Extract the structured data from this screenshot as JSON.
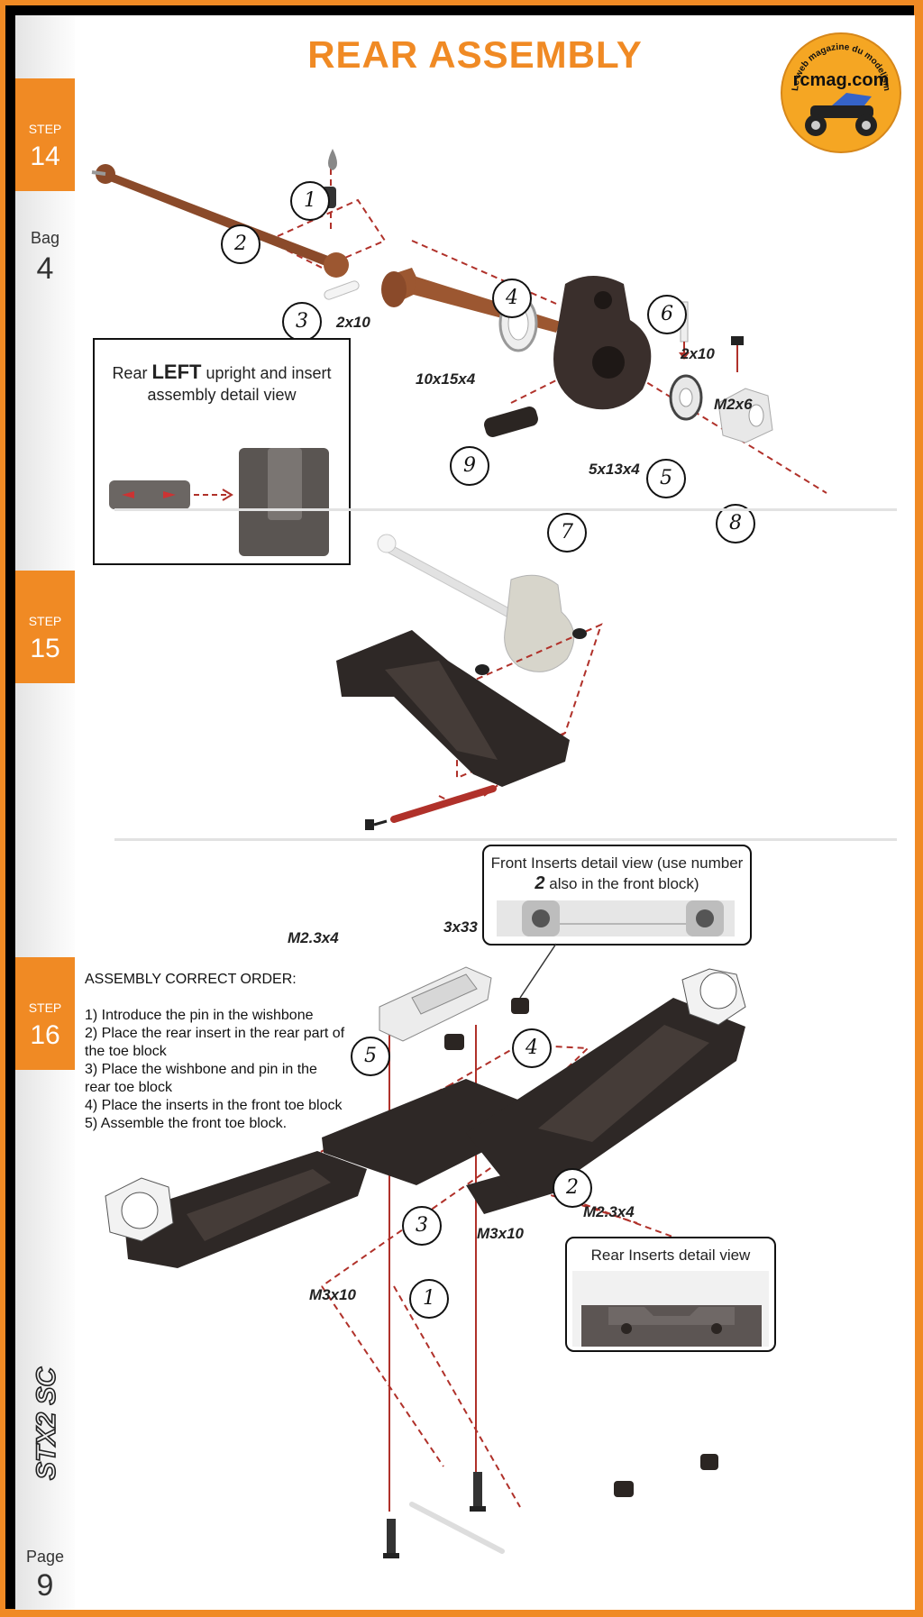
{
  "header": {
    "title": "REAR ASSEMBLY",
    "logo_brand": "rcmag.com",
    "logo_tagline": "Le web magazine du modelisme"
  },
  "sidebar": {
    "steps": [
      {
        "label": "STEP",
        "number": "14"
      },
      {
        "label": "STEP",
        "number": "15"
      },
      {
        "label": "STEP",
        "number": "16"
      }
    ],
    "bag": {
      "label": "Bag",
      "number": "4"
    },
    "page": {
      "label": "Page",
      "number": "9"
    },
    "model_logo": "STX2 SC"
  },
  "step14": {
    "detail_title_prefix": "Rear ",
    "detail_title_bold": "LEFT",
    "detail_title_suffix": " upright and insert assembly detail view",
    "callouts": [
      "1",
      "2",
      "3",
      "4",
      "5",
      "6",
      "7",
      "8",
      "9"
    ],
    "part_labels": {
      "pin_a": "2x10",
      "bearing_a": "10x15x4",
      "pin_b": "2x10",
      "screw": "M2x6",
      "bearing_b": "5x13x4"
    }
  },
  "step15": {
    "part_labels": {
      "screw": "M2.3x4",
      "pin": "3x33"
    }
  },
  "step16": {
    "order_title": "ASSEMBLY CORRECT ORDER:",
    "order_items": [
      "1) Introduce the pin in the wishbone",
      "2) Place the rear insert in the rear part of the toe block",
      "3) Place the wishbone and pin in the rear toe block",
      "4) Place the inserts in the front toe block",
      "5) Assemble the front toe block."
    ],
    "front_detail_a": "Front Inserts detail view (use number ",
    "front_detail_bold": "2",
    "front_detail_b": " also in the front block)",
    "rear_detail": "Rear Inserts detail view",
    "callouts": [
      "1",
      "2",
      "3",
      "4",
      "5"
    ],
    "part_labels": {
      "screw_a": "M2.3x4",
      "screw_b": "M3x10",
      "screw_c": "M3x10"
    }
  },
  "colors": {
    "accent": "#f08a24",
    "part": "#3a2f2c",
    "shaft": "#8a4a2a",
    "guide": "#b0312a"
  }
}
